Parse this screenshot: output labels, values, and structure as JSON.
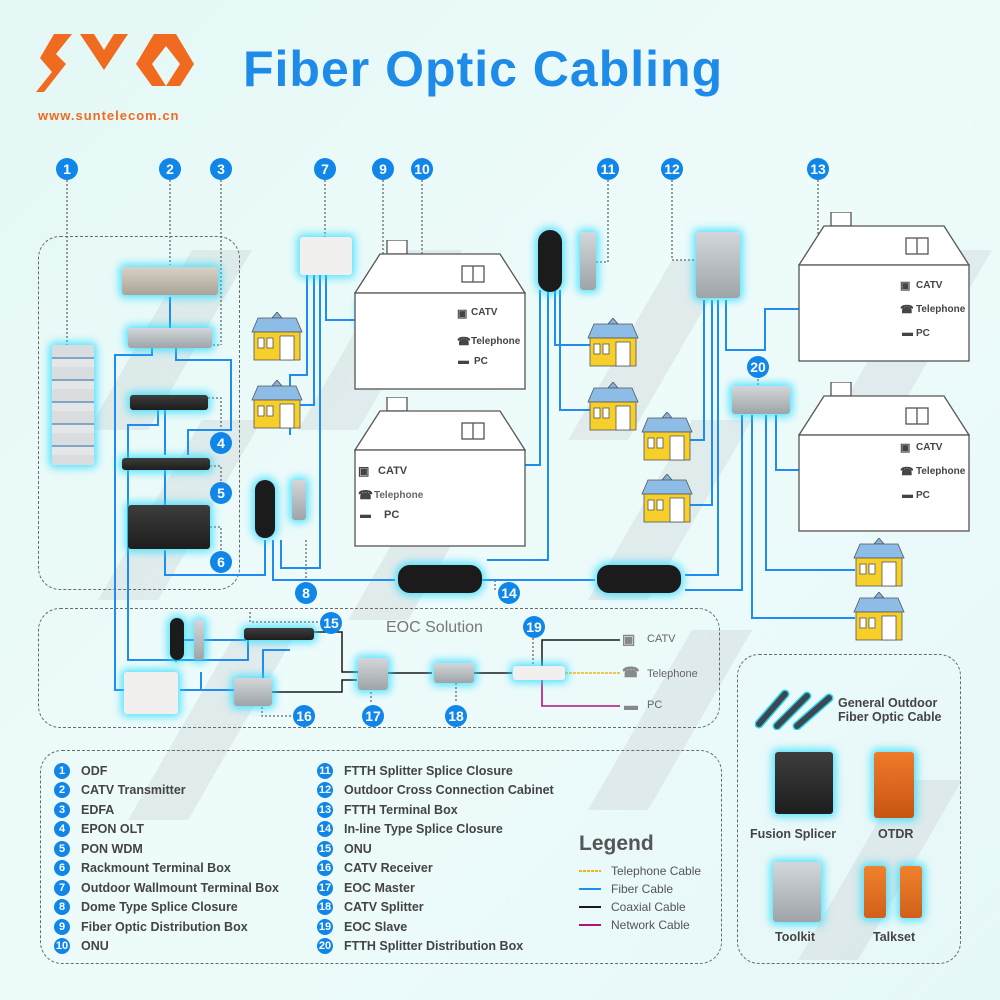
{
  "header": {
    "logo_alt": "SUN logo",
    "website": "www.suntelecom.cn",
    "title": "Fiber Optic Cabling"
  },
  "colors": {
    "brand_orange": "#f06a1f",
    "title_blue": "#1e8be8",
    "badge_blue": "#0f86e8",
    "telephone_cable": "#f2b21c",
    "fiber_cable": "#1e8cf0",
    "coaxial_cable": "#1a1a1a",
    "network_cable": "#b0127c"
  },
  "diagram": {
    "badges": [
      "1",
      "2",
      "3",
      "4",
      "5",
      "6",
      "7",
      "8",
      "9",
      "10",
      "11",
      "12",
      "13",
      "14",
      "15",
      "16",
      "17",
      "18",
      "19",
      "20"
    ],
    "eoc_title": "EOC Solution",
    "house_terminals": {
      "catv": "CATV",
      "telephone": "Telephone",
      "pc": "PC"
    }
  },
  "legend": {
    "components": [
      {
        "num": "1",
        "name": "ODF"
      },
      {
        "num": "2",
        "name": "CATV Transmitter"
      },
      {
        "num": "3",
        "name": "EDFA"
      },
      {
        "num": "4",
        "name": "EPON OLT"
      },
      {
        "num": "5",
        "name": "PON WDM"
      },
      {
        "num": "6",
        "name": "Rackmount Terminal Box"
      },
      {
        "num": "7",
        "name": "Outdoor Wallmount Terminal Box"
      },
      {
        "num": "8",
        "name": "Dome Type Splice Closure"
      },
      {
        "num": "9",
        "name": "Fiber Optic Distribution Box"
      },
      {
        "num": "10",
        "name": "ONU"
      },
      {
        "num": "11",
        "name": "FTTH Splitter Splice Closure"
      },
      {
        "num": "12",
        "name": "Outdoor Cross Connection Cabinet"
      },
      {
        "num": "13",
        "name": "FTTH Terminal Box"
      },
      {
        "num": "14",
        "name": "In-line Type Splice Closure"
      },
      {
        "num": "15",
        "name": "ONU"
      },
      {
        "num": "16",
        "name": "CATV Receiver"
      },
      {
        "num": "17",
        "name": "EOC Master"
      },
      {
        "num": "18",
        "name": "CATV Splitter"
      },
      {
        "num": "19",
        "name": "EOC Slave"
      },
      {
        "num": "20",
        "name": "FTTH Splitter Distribution Box"
      }
    ],
    "title": "Legend",
    "cables": [
      {
        "name": "Telephone Cable",
        "color": "#f2b21c"
      },
      {
        "name": "Fiber Cable",
        "color": "#1e8cf0"
      },
      {
        "name": "Coaxial Cable",
        "color": "#1a1a1a"
      },
      {
        "name": "Network Cable",
        "color": "#b0127c"
      }
    ]
  },
  "tools": {
    "cable": "General Outdoor\nFiber Optic Cable",
    "cable_line1": "General Outdoor",
    "cable_line2": "Fiber Optic Cable",
    "fusion_splicer": "Fusion Splicer",
    "otdr": "OTDR",
    "toolkit": "Toolkit",
    "talkset": "Talkset"
  }
}
